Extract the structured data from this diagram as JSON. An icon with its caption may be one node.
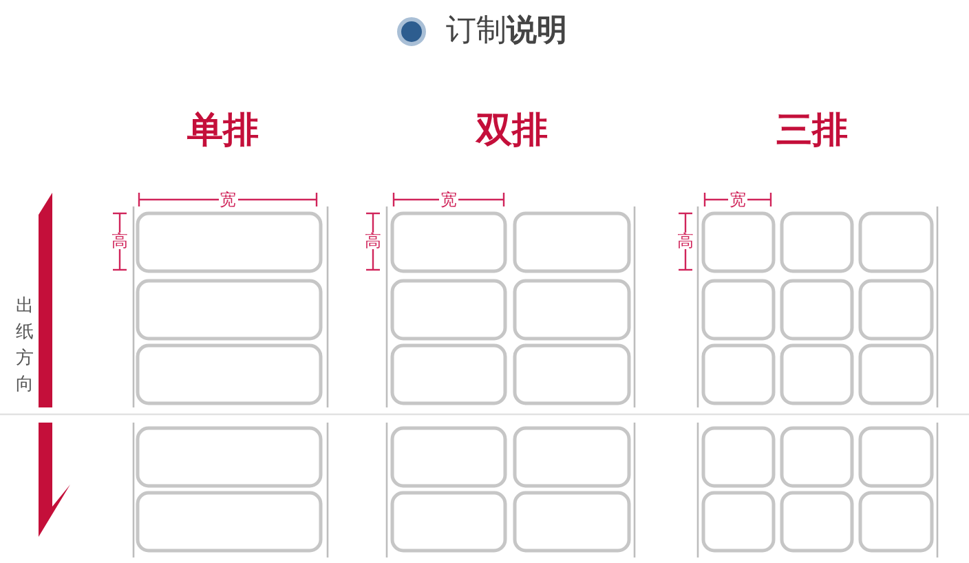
{
  "diagram": {
    "title": "订制**说明**",
    "labels": [
      "单排",
      "双排",
      "三排",
      "宽",
      "宽",
      "宽",
      "高",
      "高",
      "高",
      "出纸方向"
    ]
  }
}
